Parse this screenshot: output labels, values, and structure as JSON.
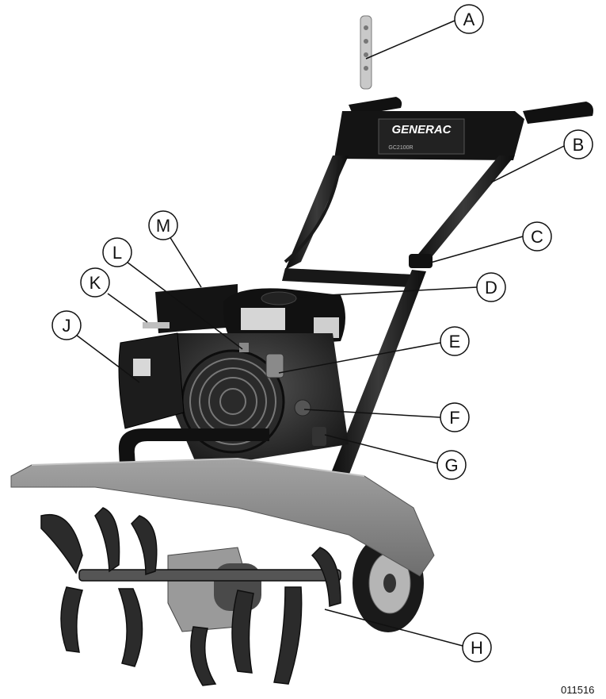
{
  "diagram": {
    "brand_logo": "GENERAC",
    "model_plate": "GC2100R",
    "figure_id": "011516",
    "callouts": [
      {
        "label": "A",
        "part": "control-lever"
      },
      {
        "label": "B",
        "part": "handlebar"
      },
      {
        "label": "C",
        "part": "handle-height-knob"
      },
      {
        "label": "D",
        "part": "fuel-cap"
      },
      {
        "label": "E",
        "part": "recoil-starter-handle"
      },
      {
        "label": "F",
        "part": "choke-control"
      },
      {
        "label": "G",
        "part": "oil-fill"
      },
      {
        "label": "H",
        "part": "tines"
      },
      {
        "label": "J",
        "part": "air-filter"
      },
      {
        "label": "K",
        "part": "throttle-lever"
      },
      {
        "label": "L",
        "part": "engine-switch"
      },
      {
        "label": "M",
        "part": "engine-cover"
      }
    ]
  }
}
